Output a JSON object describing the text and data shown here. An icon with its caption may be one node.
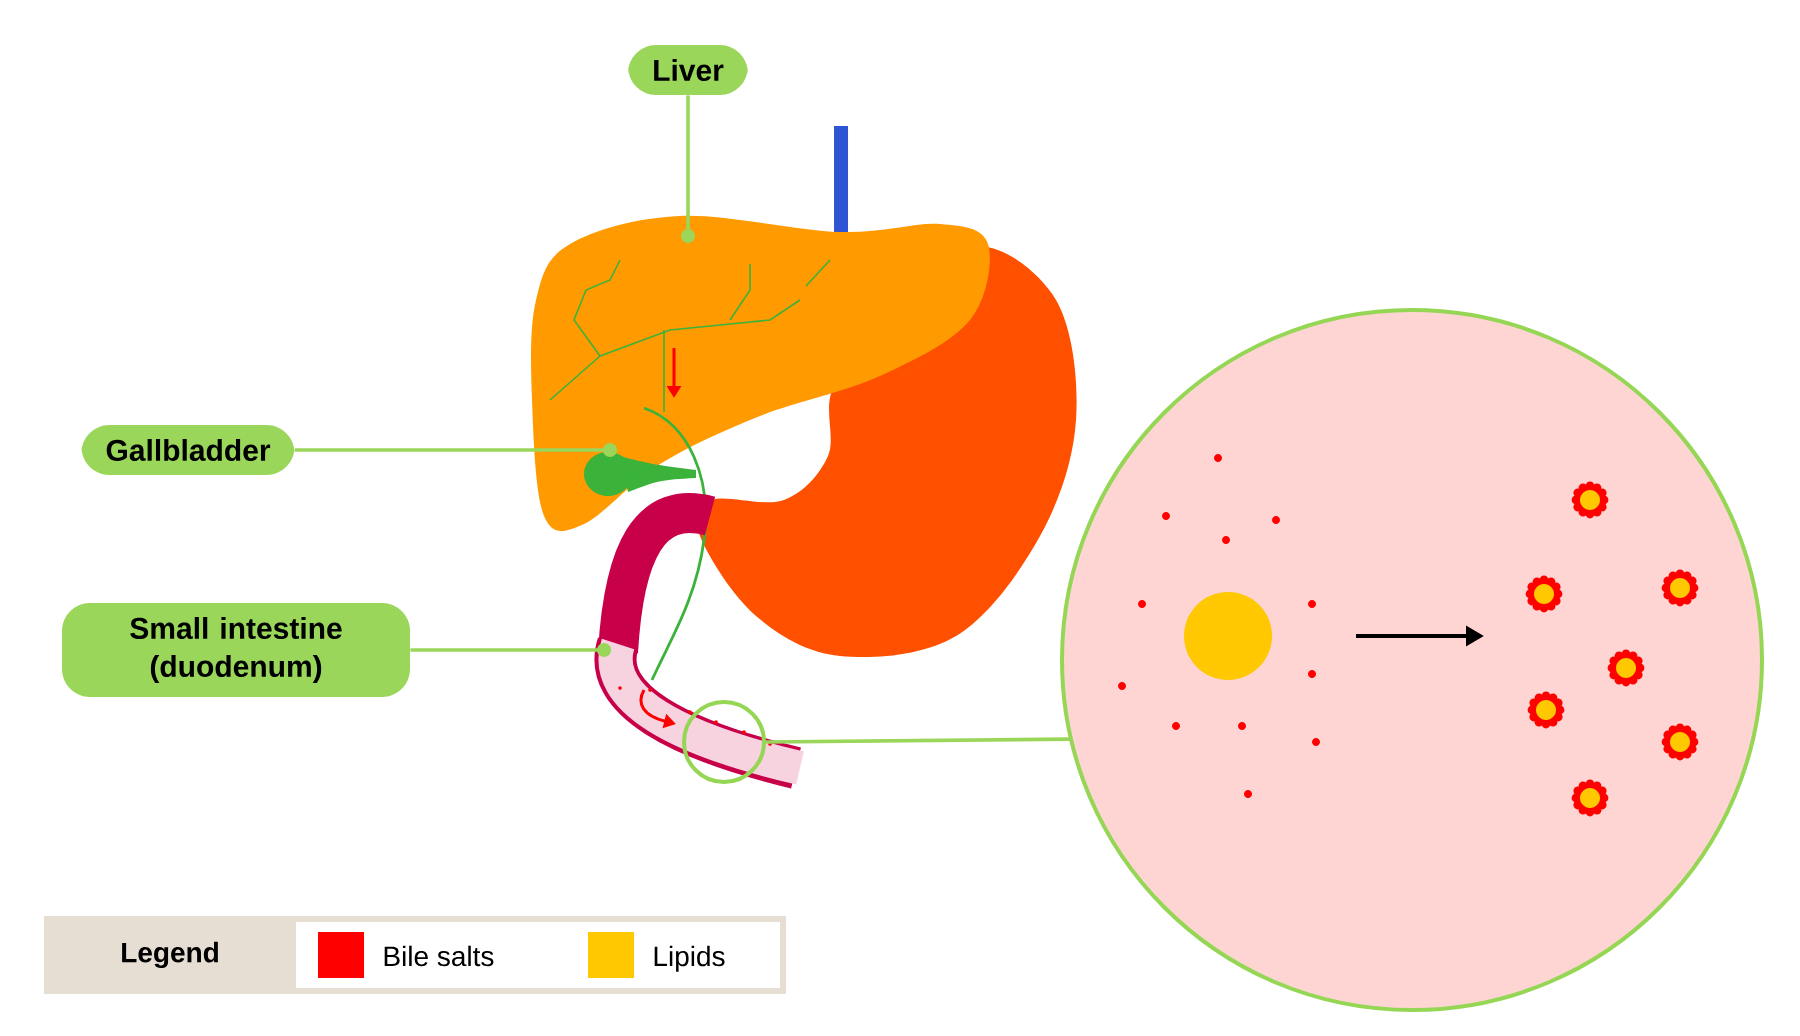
{
  "diagram": {
    "nodes": [
      {
        "text": [
          "Liver"
        ]
      },
      {
        "text": [
          "Gallbladder"
        ]
      },
      {
        "text": [
          "Small intestine (duodenum)"
        ]
      },
      {
        "text": [],
        "shape": "picture"
      },
      {
        "text": [],
        "shape": "picture"
      },
      {
        "text": [],
        "shape": "picture"
      },
      {
        "text": [],
        "shape": "circle"
      },
      {
        "text": [],
        "shape": "circle"
      }
    ],
    "edges": [
      {
        "from": 0,
        "to": 3,
        "arrow": "other"
      },
      {
        "from": 1,
        "to": 4,
        "arrow": "other"
      },
      {
        "from": 2,
        "to": 5,
        "arrow": "other"
      },
      {
        "from": 6,
        "to": 7,
        "arrow": "none"
      }
    ],
    "labels": [
      "Legend"
    ],
    "legend": [
      {
        "text": "Bile salts",
        "color": "#ff0000"
      },
      {
        "text": "Lipids",
        "color": "#ffc800"
      }
    ]
  }
}
